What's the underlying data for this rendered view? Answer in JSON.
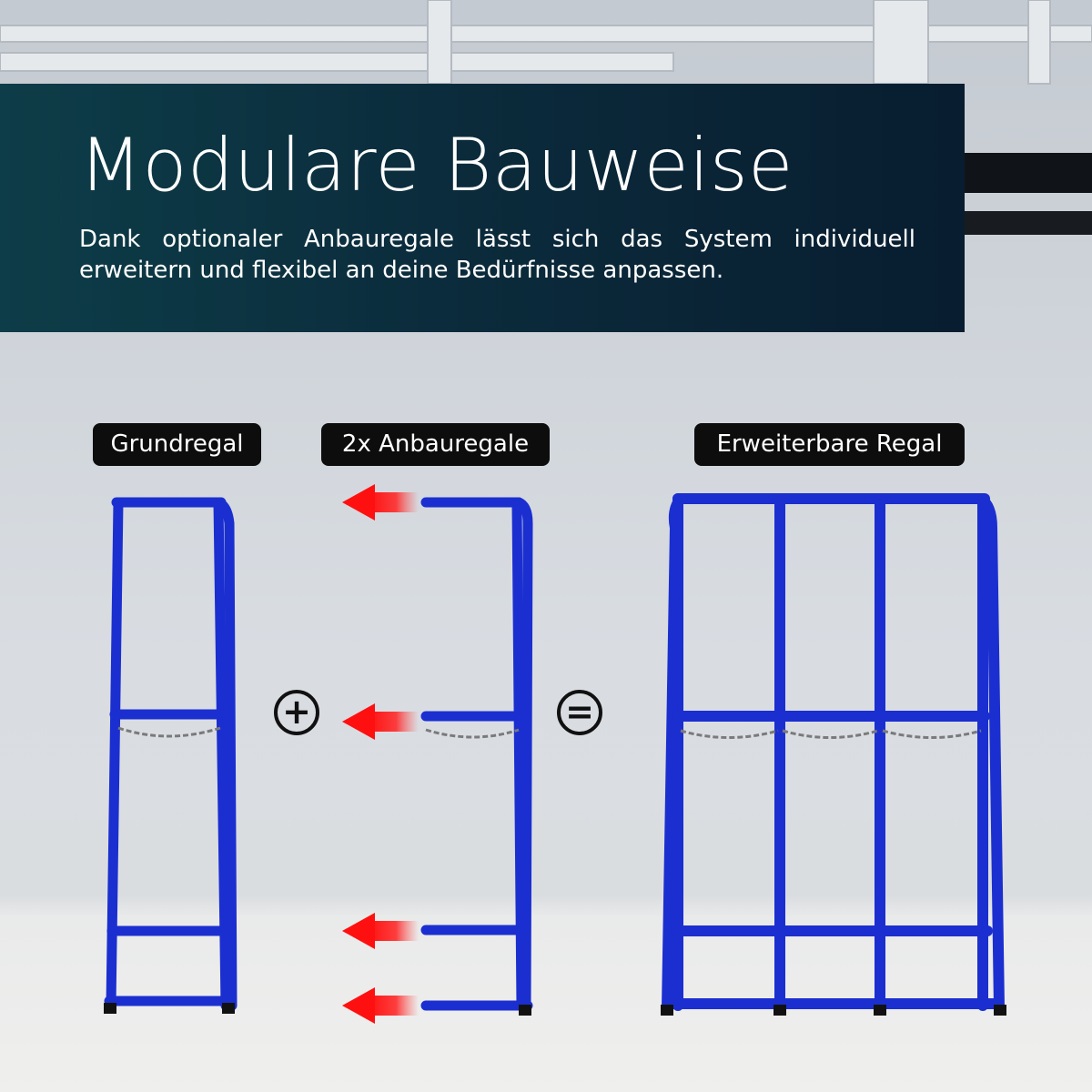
{
  "header": {
    "title": "Modulare Bauweise",
    "subtitle": "Dank optionaler Anbauregale lässt sich das System individuell erweitern und flexibel an deine Bedürfnisse anpassen."
  },
  "labels": {
    "base_shelf": "Grundregal",
    "extension_shelves": "2x Anbauregale",
    "expandable_shelf": "Erweiterbare Regal"
  },
  "operators": {
    "plus": "+",
    "equals": "="
  },
  "colors": {
    "header_bg": "#0b2c3c",
    "rack_blue": "#1b2fd0",
    "arrow_red": "#ff1a1a",
    "label_bg": "#0d0d0d"
  }
}
